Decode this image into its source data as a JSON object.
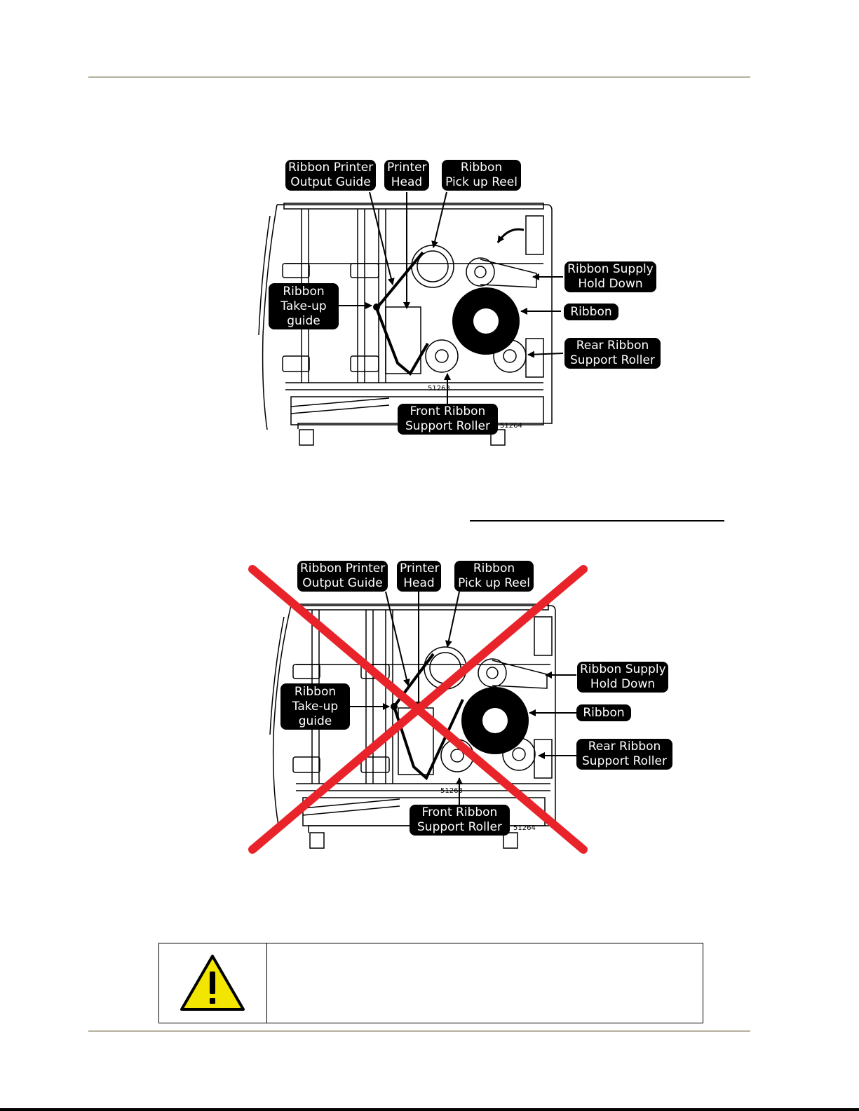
{
  "figure1": {
    "callouts": {
      "output_guide": [
        "Ribbon Printer",
        "Output Guide"
      ],
      "printer_head": [
        "Printer",
        "Head"
      ],
      "pickup_reel": [
        "Ribbon",
        "Pick up Reel"
      ],
      "supply_hold_down": [
        "Ribbon Supply",
        "Hold Down"
      ],
      "takeup_guide": [
        "Ribbon",
        "Take-up",
        "guide"
      ],
      "ribbon": [
        "Ribbon"
      ],
      "rear_roller": [
        "Rear Ribbon",
        "Support Roller"
      ],
      "front_roller": [
        "Front Ribbon",
        "Support Roller"
      ]
    },
    "part_numbers": [
      "51263",
      "51264"
    ]
  },
  "figure2": {
    "callouts": {
      "output_guide": [
        "Ribbon Printer",
        "Output Guide"
      ],
      "printer_head": [
        "Printer",
        "Head"
      ],
      "pickup_reel": [
        "Ribbon",
        "Pick up Reel"
      ],
      "supply_hold_down": [
        "Ribbon Supply",
        "Hold Down"
      ],
      "takeup_guide": [
        "Ribbon",
        "Take-up",
        "guide"
      ],
      "ribbon": [
        "Ribbon"
      ],
      "rear_roller": [
        "Rear Ribbon",
        "Support Roller"
      ],
      "front_roller": [
        "Front Ribbon",
        "Support Roller"
      ]
    },
    "part_numbers": [
      "51263",
      "51264"
    ],
    "cross_color": "#e8242a"
  },
  "warning": {
    "icon": "warning-triangle-icon",
    "icon_color": "#f2e600"
  }
}
